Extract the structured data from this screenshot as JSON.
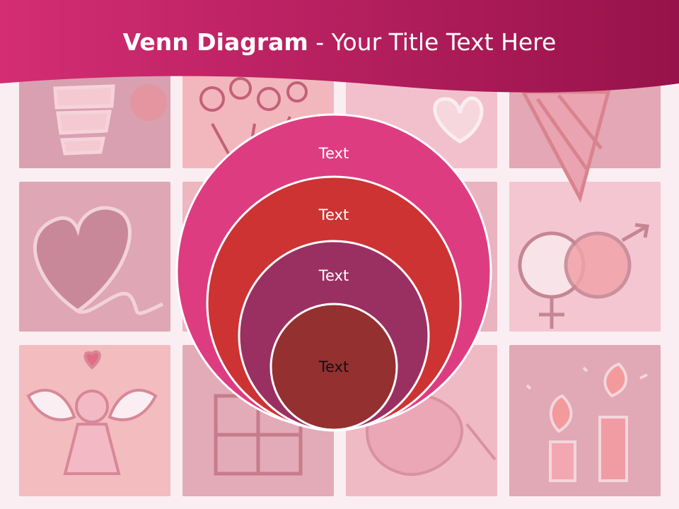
{
  "slide": {
    "title_bold": "Venn Diagram",
    "title_rest": " - Your Title Text Here"
  },
  "venn": {
    "circles": [
      {
        "label": "Text",
        "fill": "#de3c81",
        "text_color": "#ffffff"
      },
      {
        "label": "Text",
        "fill": "#cd3333",
        "text_color": "#ffffff"
      },
      {
        "label": "Text",
        "fill": "#9a3062",
        "text_color": "#ffffff"
      },
      {
        "label": "Text",
        "fill": "#943030",
        "text_color": "#111111"
      }
    ]
  },
  "colors": {
    "header_left": "#d42d74",
    "header_right": "#97124a",
    "background": "#fbeef2",
    "tile": "#e9b8c4"
  },
  "background_icons": [
    "gift-cake-icon",
    "flower-bouquet-icon",
    "heart-outline-icon",
    "striped-heart-icon",
    "heart-balloon-icon",
    "male-female-symbol-icon",
    "angel-icon",
    "gift-box-icon",
    "rose-icon",
    "candles-icon"
  ]
}
